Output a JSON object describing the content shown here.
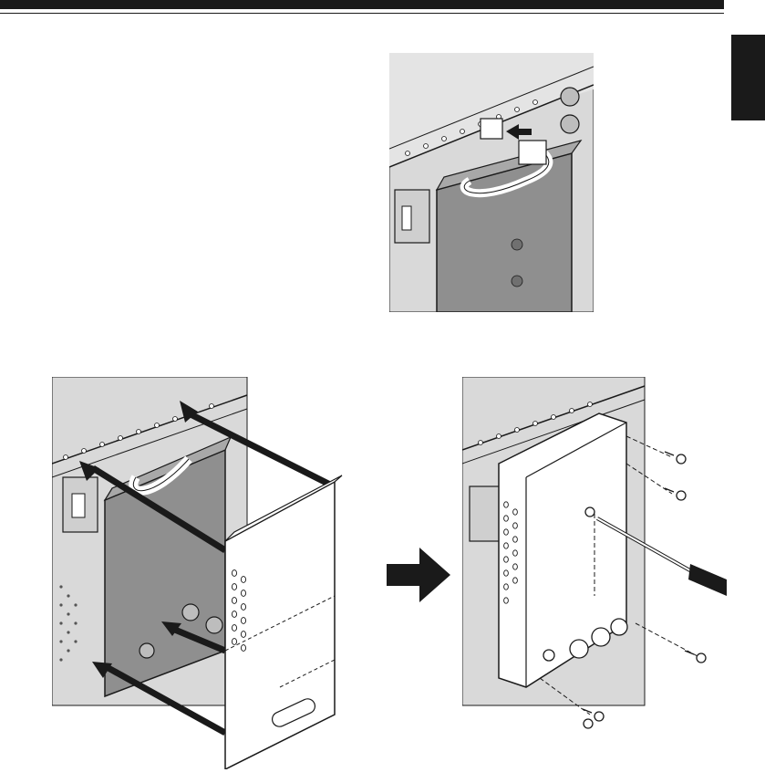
{
  "colors": {
    "panel": "#d9d9d9",
    "module": "#8f8f8f",
    "ink": "#1a1a1a",
    "paper": "#ffffff"
  },
  "figures": [
    {
      "name": "connect-cable-illustration"
    },
    {
      "name": "insert-module-illustration"
    },
    {
      "name": "attach-cover-screws-illustration"
    }
  ],
  "icons": [
    "right-arrow-icon",
    "screw-icon",
    "screwdriver-icon"
  ]
}
